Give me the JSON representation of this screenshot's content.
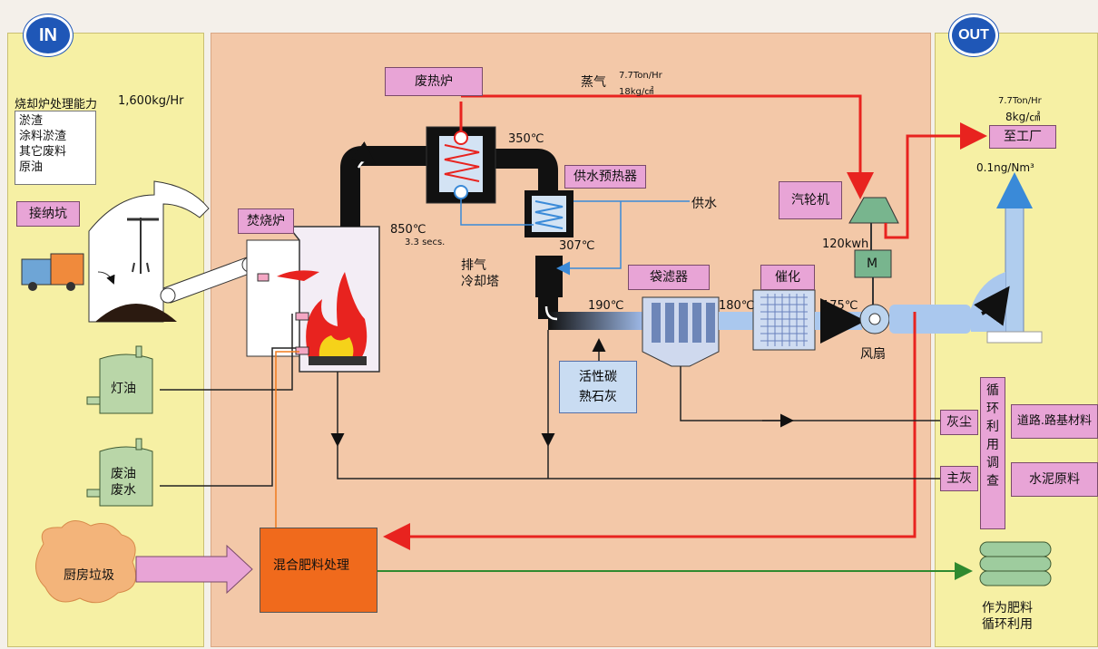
{
  "badges": {
    "in": "IN",
    "out": "OUT"
  },
  "capacity": {
    "label": "烧却炉处理能力",
    "value": "1,600kg/Hr"
  },
  "input_list": [
    "淤渣",
    "涂料淤渣",
    "其它废料",
    "原油"
  ],
  "labels": {
    "pit": "接纳坑",
    "kerosene": "灯油",
    "waste_oil_1": "废油",
    "waste_oil_2": "废水",
    "kitchen": "厨房垃圾",
    "incinerator": "焚烧炉",
    "boiler": "废热炉",
    "preheater": "供水预热器",
    "water_supply": "供水",
    "cooling_1": "排气",
    "cooling_2": "冷却塔",
    "bag_filter": "袋滤器",
    "catalyst": "催化",
    "turbine": "汽轮机",
    "motor": "M",
    "power": "120kwh",
    "fan": "风扇",
    "steam": "蒸气",
    "steam_rate": "7.7Ton/Hr",
    "steam_pressure": "18kg/㎠",
    "carbon_1": "活性碳",
    "carbon_2": "熟石灰",
    "compost": "混合肥料处理",
    "temp_350": "350℃",
    "temp_850": "850℃",
    "residence": "3.3 secs.",
    "temp_307": "307℃",
    "temp_190": "190℃",
    "temp_180": "180℃",
    "temp_175": "175℃"
  },
  "out": {
    "steam_rate": "7.7Ton/Hr",
    "steam_pressure": "8kg/㎠",
    "factory": "至工厂",
    "emission": "0.1ng/Nm³",
    "dust": "灰尘",
    "main_ash": "主灰",
    "recycle_chars": [
      "循",
      "环",
      "利",
      "用",
      "调",
      "查"
    ],
    "road": "道路.路基材料",
    "cement": "水泥原料",
    "fertilizer_1": "作为肥料",
    "fertilizer_2": "循环利用"
  },
  "colors": {
    "steam_line": "#e8231f",
    "water_line": "#3a8ad8",
    "flue": "#111111",
    "ash_line": "#222222",
    "compost_arrow": "#2f8a2f",
    "orange_line": "#f07a1c"
  }
}
